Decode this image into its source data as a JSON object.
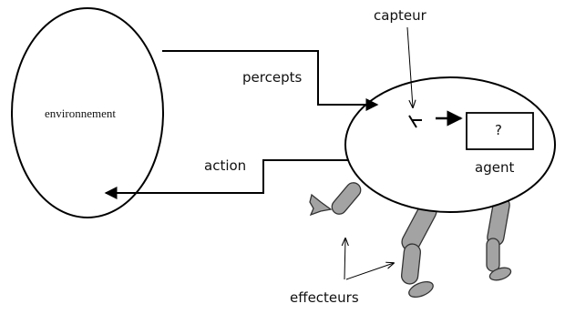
{
  "diagram": {
    "environment_label": "environnement",
    "percepts_label": "percepts",
    "action_label": "action",
    "sensor_label": "capteur",
    "agent_label": "agent",
    "unknown_box_label": "?",
    "effectors_label": "effecteurs"
  },
  "colors": {
    "stroke": "#000000",
    "limb_fill": "#a3a3a3",
    "background": "#ffffff"
  }
}
